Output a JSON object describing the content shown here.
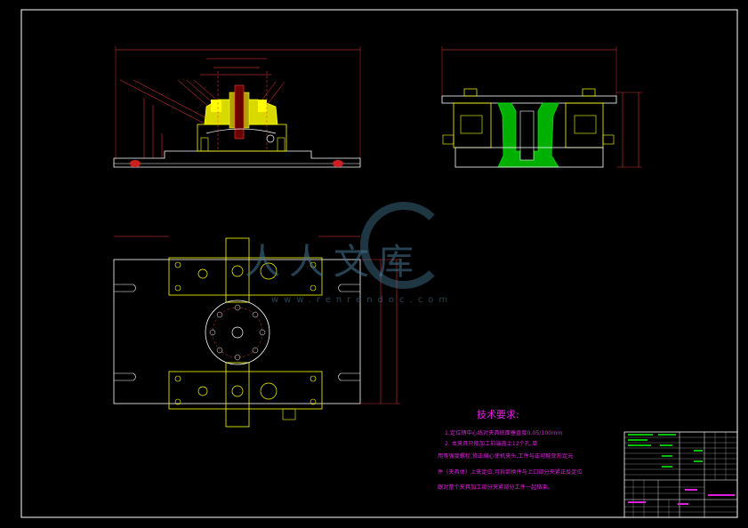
{
  "technical_requirements": {
    "title": "技术要求:",
    "lines": [
      "1.定位销中心线对夹具底面垂直度0.05/100mm",
      "2. 本夹具只能加工前端盖上12个孔,单",
      "用等强度螺栓,修正偏心使机夹头,工件与正可能变形定元",
      "件（夹具体）上夹定位,可拆卸换件与上口部分夹紧正反定位",
      "跟对整个夹具加工部分夹紧部分工件一起结束。"
    ]
  },
  "watermark": {
    "text": "人人文库",
    "url": "www.renrendoc.com"
  },
  "colors": {
    "outline": "#ffffff",
    "part": "#ffff00",
    "section_hatch": "#00c000",
    "dimension": "#ff4040",
    "annotation": "#e020e0"
  }
}
